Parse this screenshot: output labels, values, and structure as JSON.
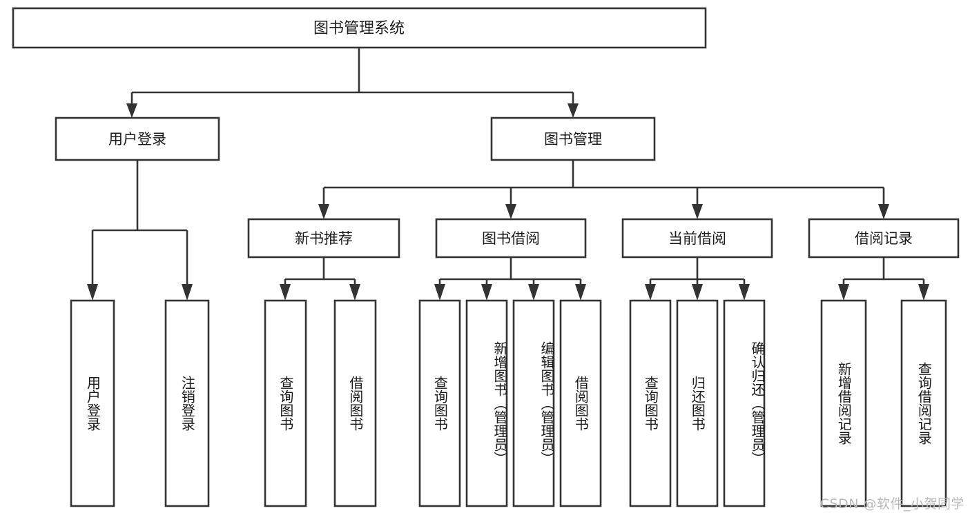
{
  "diagram": {
    "title": "图书管理系统",
    "type": "tree",
    "watermark": "CSDN @软件_小贺同学",
    "colors": {
      "box_stroke": "#333333",
      "box_fill": "#ffffff",
      "text": "#1b1b1b",
      "connector": "#333333",
      "watermark": "#b9b9b9",
      "background": "#ffffff"
    },
    "root": {
      "label": "图书管理系统",
      "children": [
        {
          "label": "用户登录",
          "children": [
            {
              "label": "用户登录"
            },
            {
              "label": "注销登录"
            }
          ]
        },
        {
          "label": "图书管理",
          "children": [
            {
              "label": "新书推荐",
              "children": [
                {
                  "label": "查询图书"
                },
                {
                  "label": "借阅图书"
                }
              ]
            },
            {
              "label": "图书借阅",
              "children": [
                {
                  "label": "查询图书"
                },
                {
                  "label": "新增图书（管理员）"
                },
                {
                  "label": "编辑图书（管理员）"
                },
                {
                  "label": "借阅图书"
                }
              ]
            },
            {
              "label": "当前借阅",
              "children": [
                {
                  "label": "查询图书"
                },
                {
                  "label": "归还图书"
                },
                {
                  "label": "确认归还（管理员）"
                }
              ]
            },
            {
              "label": "借阅记录",
              "children": [
                {
                  "label": "新增借阅记录"
                },
                {
                  "label": "查询借阅记录"
                }
              ]
            }
          ]
        }
      ]
    }
  },
  "nodes": {
    "root": "图书管理系统",
    "l1_user_login": "用户登录",
    "l1_book_mgmt": "图书管理",
    "l2_new_book_rec": "新书推荐",
    "l2_book_borrow": "图书借阅",
    "l2_current_borrow": "当前借阅",
    "l2_borrow_record": "借阅记录",
    "leaf_user_login": "用户登录",
    "leaf_logout": "注销登录",
    "leaf_rec_query": "查询图书",
    "leaf_rec_borrow": "借阅图书",
    "leaf_borrow_query": "查询图书",
    "leaf_borrow_add": "新增图书（管理员）",
    "leaf_borrow_edit": "编辑图书（管理员）",
    "leaf_borrow_borrow": "借阅图书",
    "leaf_cur_query": "查询图书",
    "leaf_cur_return": "归还图书",
    "leaf_cur_confirm": "确认归还（管理员）",
    "leaf_rec_add": "新增借阅记录",
    "leaf_rec_query2": "查询借阅记录"
  }
}
